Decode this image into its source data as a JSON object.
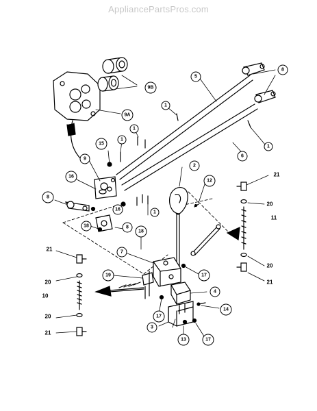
{
  "watermark": "AppliancePartsPros.com",
  "callouts": {
    "c9a": "9A",
    "c9b": "9B",
    "c8_top": "8",
    "c5": "5",
    "c1_a": "1",
    "c1_b": "1",
    "c1_c": "1",
    "c1_d": "1",
    "c1_e": "1",
    "c15": "15",
    "c9": "9",
    "c6": "6",
    "c2": "2",
    "c12": "12",
    "c16_a": "16",
    "c16_b": "16",
    "c8_left": "8",
    "c18_a": "18",
    "c8_mid": "8",
    "c18_b": "18",
    "c7": "7",
    "c19": "19",
    "c17_a": "17",
    "c17_b": "17",
    "c17_c": "17",
    "c4": "4",
    "c14": "14",
    "c3": "3",
    "c13": "13",
    "c21_tr": "21",
    "c20_tr": "20",
    "c20_br": "20",
    "c21_br": "21"
  },
  "labels": {
    "l21_tl": "21",
    "l20_tl": "20",
    "l10": "10",
    "l20_bl": "20",
    "l21_bl": "21",
    "l11": "11"
  }
}
